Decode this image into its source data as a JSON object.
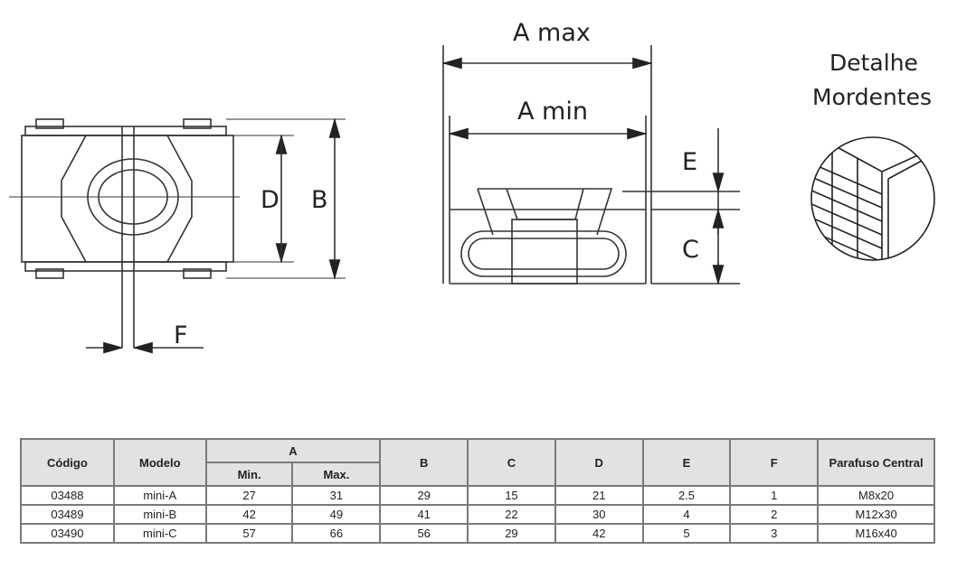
{
  "drawing": {
    "labels": {
      "a_max": "A max",
      "a_min": "A min",
      "b": "B",
      "c": "C",
      "d": "D",
      "e": "E",
      "f": "F"
    },
    "detail_title_1": "Detalhe",
    "detail_title_2": "Mordentes"
  },
  "table": {
    "headers": {
      "codigo": "Código",
      "modelo": "Modelo",
      "a": "A",
      "a_min": "Min.",
      "a_max": "Max.",
      "b": "B",
      "c": "C",
      "d": "D",
      "e": "E",
      "f": "F",
      "parafuso": "Parafuso Central"
    },
    "rows": [
      [
        "03488",
        "mini-A",
        "27",
        "31",
        "29",
        "15",
        "21",
        "2.5",
        "1",
        "M8x20"
      ],
      [
        "03489",
        "mini-B",
        "42",
        "49",
        "41",
        "22",
        "30",
        "4",
        "2",
        "M12x30"
      ],
      [
        "03490",
        "mini-C",
        "57",
        "66",
        "56",
        "29",
        "42",
        "5",
        "3",
        "M16x40"
      ]
    ]
  }
}
